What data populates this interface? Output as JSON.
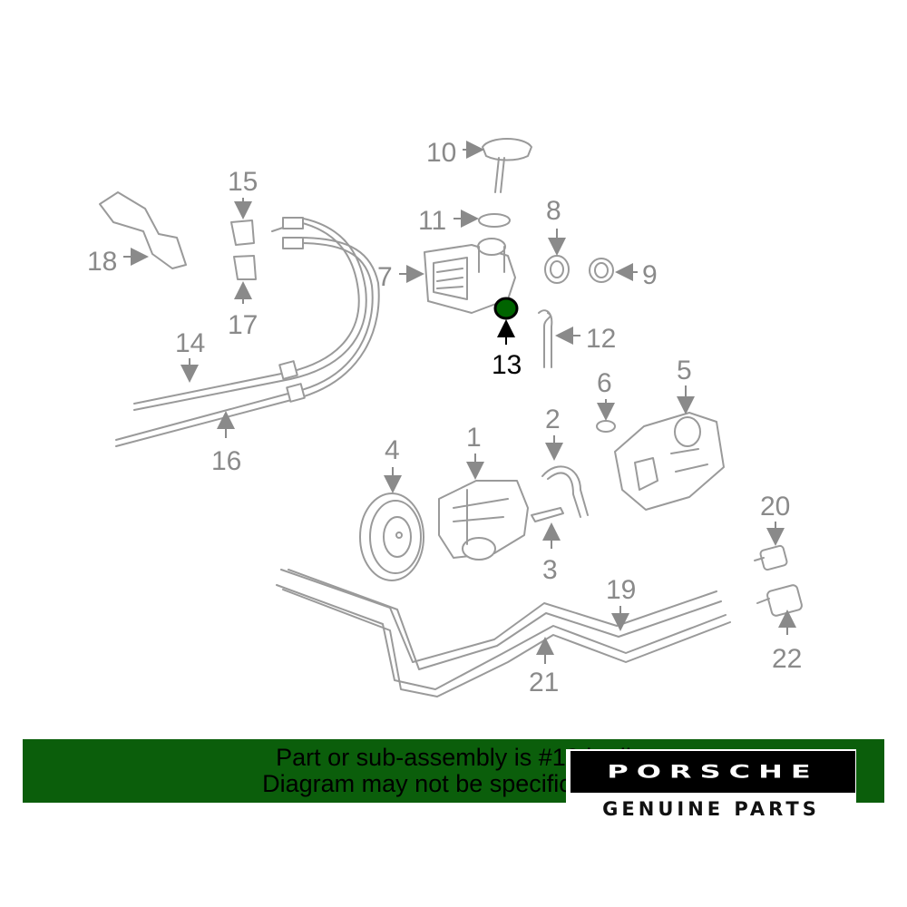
{
  "callouts": [
    "1",
    "2",
    "3",
    "4",
    "5",
    "6",
    "7",
    "8",
    "9",
    "10",
    "11",
    "12",
    "13",
    "14",
    "15",
    "16",
    "17",
    "18",
    "19",
    "20",
    "21",
    "22"
  ],
  "highlighted_part": "13",
  "banner": {
    "line1": "Part or sub-assembly is #13 in di",
    "line2": "Diagram may not be specific to you",
    "background": "#0b5e0b"
  },
  "logo": {
    "brand": "PORSCHE",
    "tagline": "GENUINE PARTS"
  },
  "colors": {
    "highlight": "#006400",
    "lines": "#9a9a9a"
  }
}
